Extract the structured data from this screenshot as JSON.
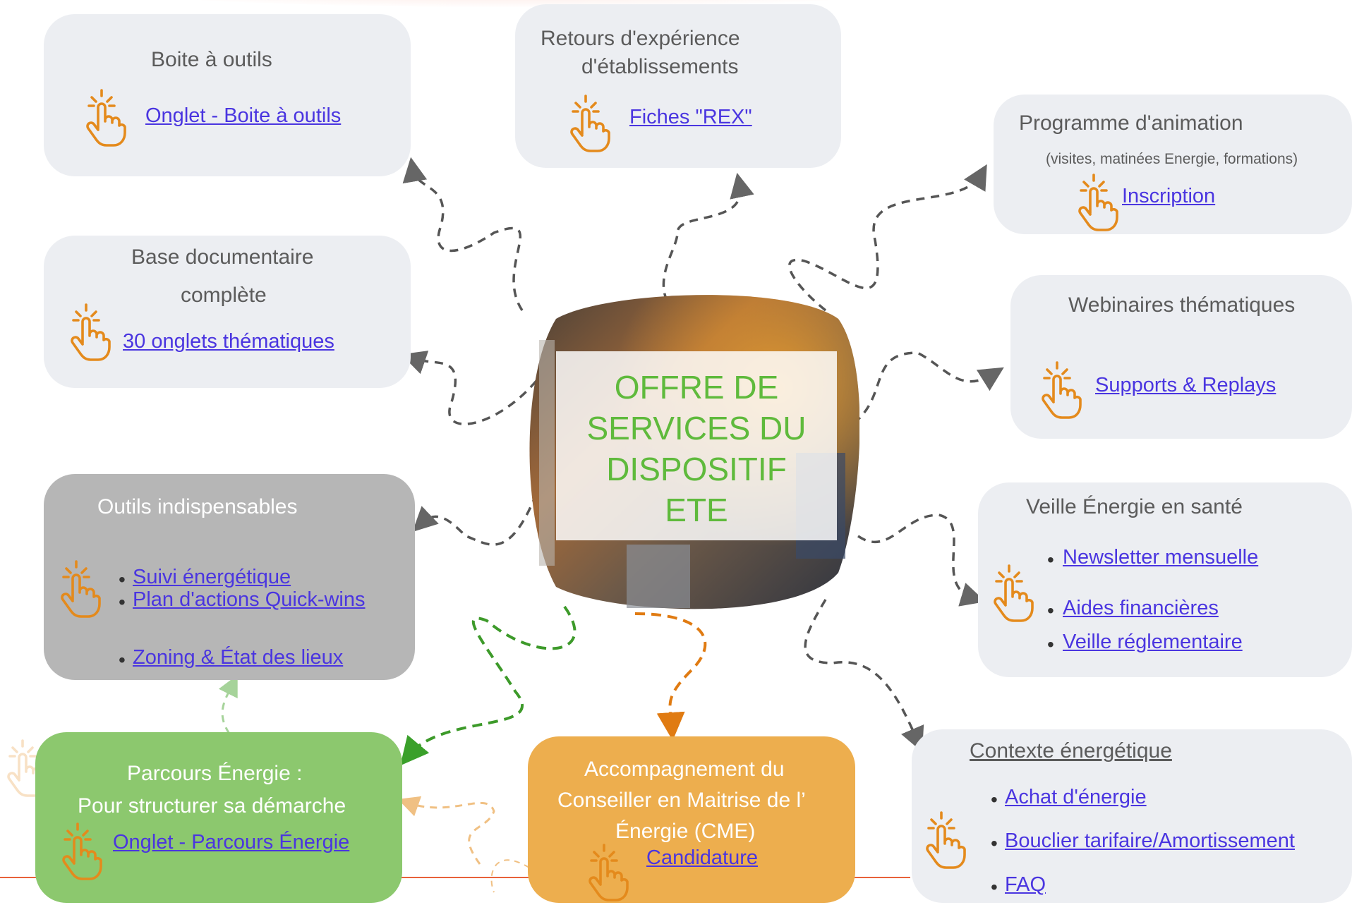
{
  "center": {
    "title": "OFFRE DE\nSERVICES DU\nDISPOSITIF\nETE"
  },
  "cards": {
    "boite": {
      "title": "Boite à outils",
      "link": "Onglet - Boite à outils"
    },
    "rex": {
      "title_line1": "Retours d'expérience",
      "title_line2": "d'établissements",
      "link": "Fiches \"REX\""
    },
    "programme": {
      "title": "Programme d'animation",
      "subtitle": "(visites, matinées Energie, formations)",
      "link": "Inscription"
    },
    "base": {
      "title_line1": "Base documentaire",
      "title_line2": "complète",
      "link": "30 onglets thématiques"
    },
    "webinaires": {
      "title": "Webinaires thématiques",
      "link": "Supports & Replays"
    },
    "outils": {
      "title": "Outils indispensables",
      "links": [
        "Suivi énergétique",
        "Plan d'actions Quick-wins",
        "Zoning & État des lieux"
      ]
    },
    "veille": {
      "title": "Veille Énergie en santé",
      "links": [
        "Newsletter mensuelle",
        "Aides financières",
        "Veille réglementaire"
      ]
    },
    "parcours": {
      "title_line1": "Parcours Énergie :",
      "title_line2": "Pour structurer sa démarche",
      "link": "Onglet - Parcours Énergie"
    },
    "accompagnement": {
      "title_line1": "Accompagnement du",
      "title_line2": "Conseiller en Maitrise de l’",
      "title_line3": "Énergie (CME)",
      "link": "Candidature"
    },
    "contexte": {
      "title": "Contexte énergétique",
      "links": [
        "Achat d'énergie",
        "Bouclier tarifaire/Amortissement",
        "FAQ"
      ]
    }
  },
  "bullet": "•",
  "icons": [
    "pointing-hand-icon"
  ],
  "colors": {
    "hand": "#e48a1c",
    "link": "#4a35e0",
    "center_text": "#5fba3c",
    "green_card": "#8cc86e",
    "orange_card": "#edae4e",
    "grey_card": "#eceef2",
    "dark_card": "#b6b6b6",
    "connector": "#555555",
    "green_connector": "#3d9a2a",
    "orange_connector": "#e07b12"
  }
}
